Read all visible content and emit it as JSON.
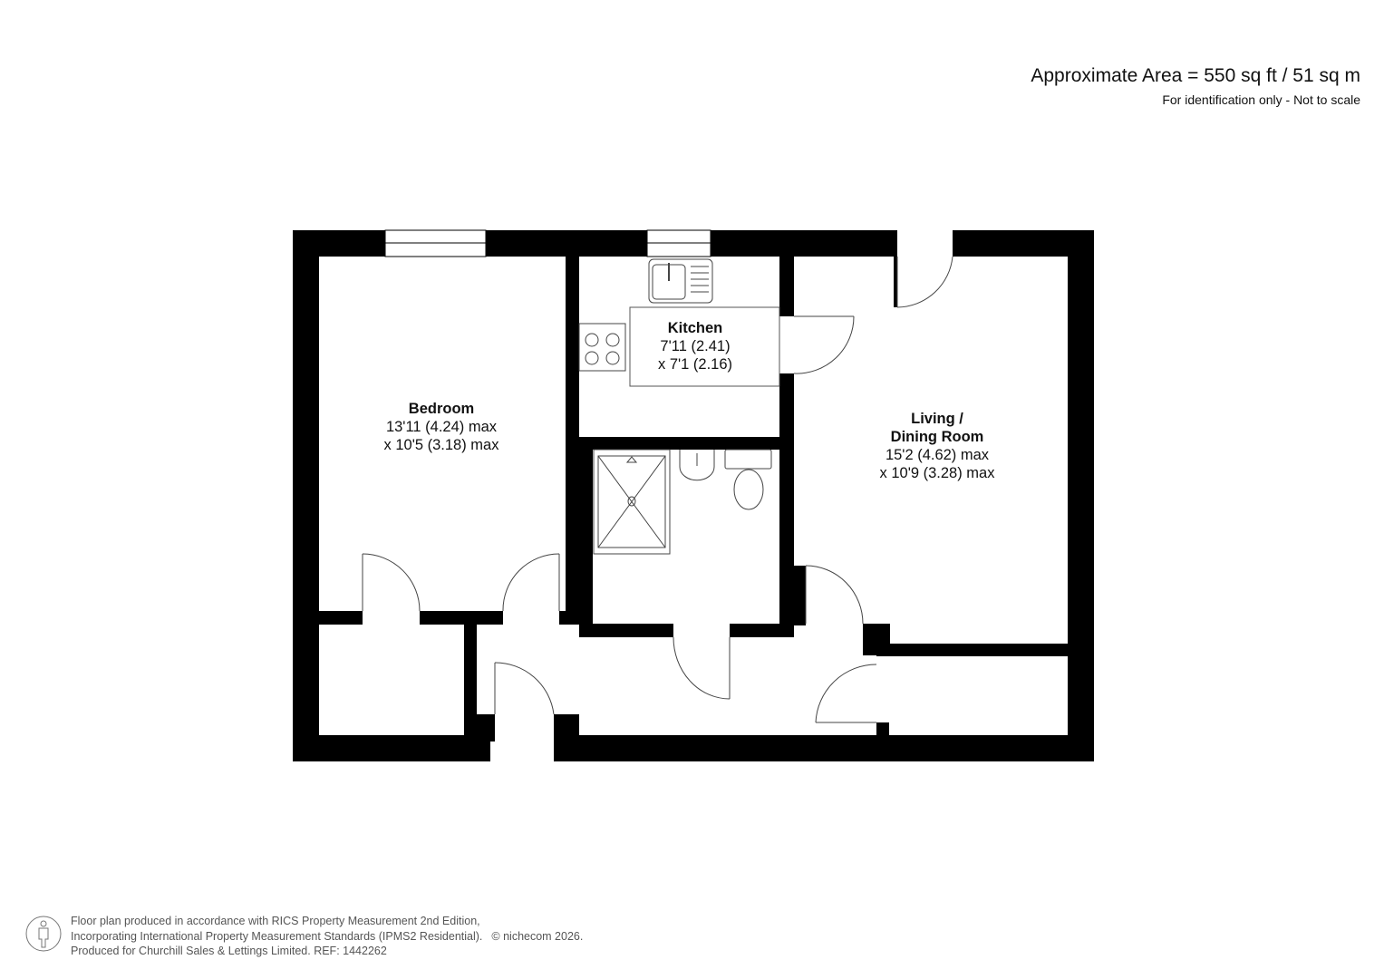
{
  "header": {
    "area": "Approximate Area = 550 sq ft / 51 sq m",
    "note": "For identification only - Not to scale"
  },
  "rooms": [
    {
      "name": "Bedroom",
      "dim1": "13'11 (4.24) max",
      "dim2": "x 10'5 (3.18) max"
    },
    {
      "name": "Kitchen",
      "dim1": "7'11 (2.41)",
      "dim2": "x 7'1 (2.16)"
    },
    {
      "name": "Living /",
      "name2": "Dining Room",
      "dim1": "15'2 (4.62) max",
      "dim2": "x 10'9 (3.28) max"
    }
  ],
  "fixtures": [
    "sink-icon",
    "hob-icon",
    "shower-tray-icon",
    "basin-icon",
    "toilet-icon"
  ],
  "footer": {
    "line1": "Floor plan produced in accordance with RICS Property Measurement 2nd Edition,",
    "line2": "Incorporating International Property Measurement Standards (IPMS2 Residential).",
    "copyright": "© nichecom 2026.",
    "line3": "Produced for Churchill Sales & Lettings Limited.   REF: 1442262"
  },
  "colors": {
    "wall": "#000000",
    "background": "#ffffff",
    "text": "#111111",
    "footer_text": "#555555"
  }
}
